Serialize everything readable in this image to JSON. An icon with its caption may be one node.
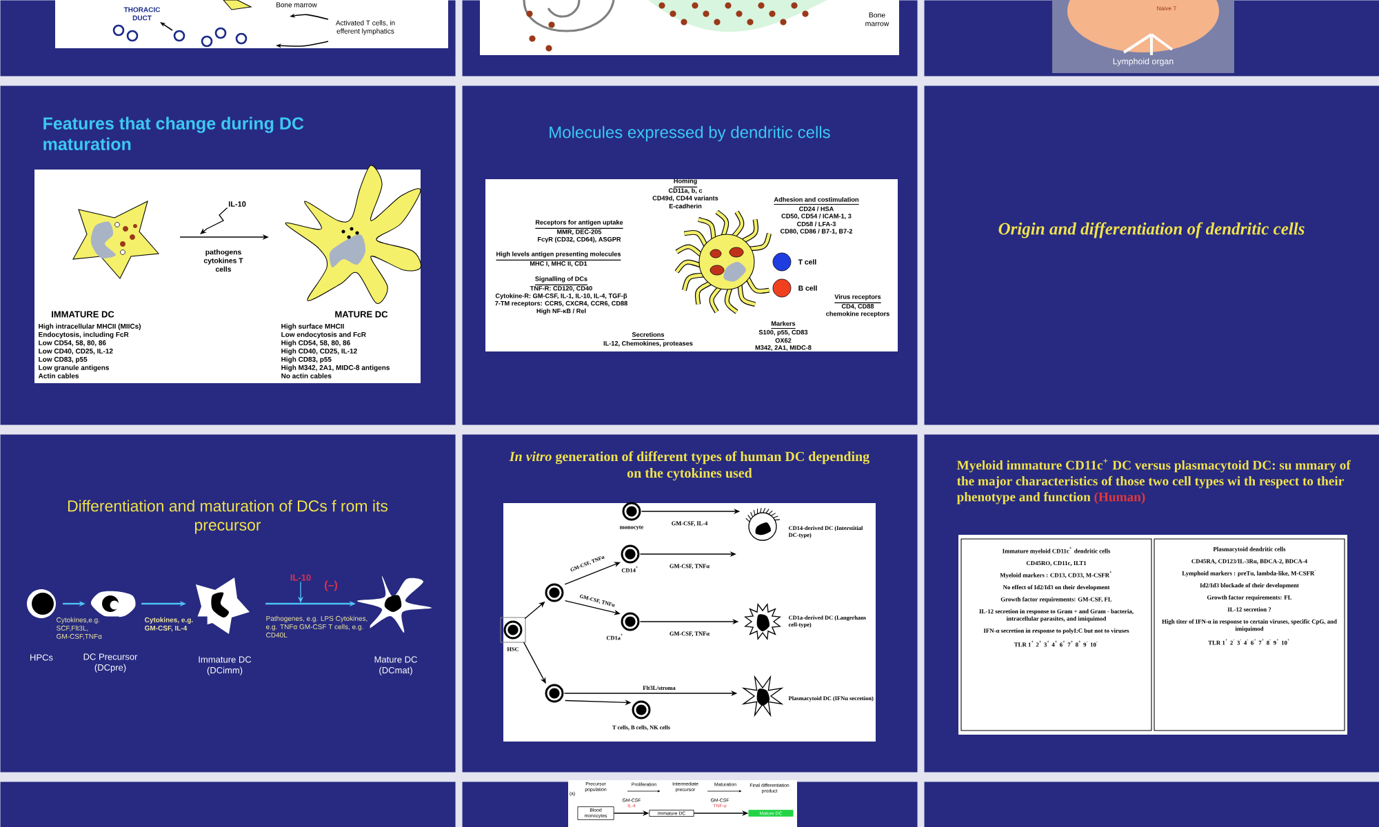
{
  "diagram": {
    "nodes": [
      {
        "text": [],
        "shape": "box"
      },
      {
        "text": [],
        "shape": "box"
      },
      {
        "text": [],
        "shape": "box"
      },
      {
        "text": [
          "Features that change during DC maturation"
        ]
      },
      {
        "text": [
          "Molecules expressed by dendritic cells"
        ]
      },
      {
        "text": [
          "Origin and differentiation of dendritic cells"
        ]
      },
      {
        "text": [
          "Differentiation and maturation of DCs f rom its precursor"
        ]
      },
      {
        "text": [
          "*In vitro* generation of different types of human DC depending on the cytokines used"
        ]
      },
      {
        "text": [
          "Myeloid immature CD11c$^{+}$ DC versus plasmacytoid DC: su mmary of the major characteristics of those two cell types wi th respect to their phenotype and function",
          "(Human)"
        ]
      },
      {
        "text": [],
        "shape": "box"
      },
      {
        "text": [],
        "shape": "box"
      },
      {
        "text": [],
        "shape": "box"
      },
      {
        "text": [
          "IMMATURE DC"
        ],
        "beside": [
          "High intracellular MHCII (MIICs)",
          "Endocytosis, including FcR",
          "Low CD54, 58, 80, 86",
          "Low CD40, CD25, IL-12",
          "Low CD83, p55",
          "Low granule antigens",
          "Actin cables"
        ],
        "in": 3
      },
      {
        "text": [
          "MATURE DC"
        ],
        "beside": [
          "High surface MHCII",
          "Low endocytosis and FcR",
          "High CD54, 58, 80, 86",
          "High CD40, CD25, IL-12",
          "High CD83, p55",
          "High M342, 2A1, MIDC-8 antigens",
          "No actin cables"
        ],
        "in": 3
      },
      {
        "text": [
          "IL-10"
        ],
        "in": 3
      },
      {
        "text": [
          "HPCs"
        ],
        "in": 6
      },
      {
        "text": [
          "DC Precursor (DCpre)"
        ],
        "in": 6
      },
      {
        "text": [
          "Immature DC (DCimm)"
        ],
        "in": 6
      },
      {
        "text": [
          "Mature DC (DCmat)"
        ],
        "in": 6
      },
      {
        "text": [
          "IL-10"
        ],
        "in": 6
      },
      {
        "text": [
          "HSC"
        ],
        "in": 7
      },
      {
        "text": [],
        "shape": "circle",
        "in": 7
      },
      {
        "text": [
          "monocyte"
        ],
        "in": 7
      },
      {
        "text": [
          "CD14$^{+}$"
        ],
        "in": 7
      },
      {
        "text": [
          "CD1a$^{+}$"
        ],
        "in": 7
      },
      {
        "text": [],
        "shape": "circle",
        "in": 7
      },
      {
        "text": [
          "T cells, B cells, NK cells"
        ],
        "in": 7
      },
      {
        "text": [
          "CD14-derived DC (Interstitial DC-type)"
        ],
        "in": 7
      },
      {
        "text": [
          "CD1a-derived DC (Langerhans cell-type)"
        ],
        "in": 7
      },
      {
        "text": [
          "Plasmacytoid DC (IFNα secretion)"
        ],
        "in": 7
      },
      {
        "text": [
          "Immature myeloid CD11c$^{+}$ dendritic cells",
          "CD45RO, CD11c, ILT1",
          "Myeloid markers : CD13, CD33, M-CSFR$^{+}$",
          "No effect of Id2/Id3 on their development",
          "Growth factor requirements: GM-CSF, FL",
          "IL-12 secretion in response to Gram + and Gram - bacteria, intracellular parasites, and imiquimod",
          "IFN-α secretion in response to polyI:C but not to viruses",
          "TLR 1$^{+}$ 2$^{+}$ 3$^{+}$ 4$^{+}$ 6$^{+}$ 7$^{+}$ 8$^{+}$ 9$^{-}$ 10$^{-}$"
        ],
        "in": 8
      },
      {
        "text": [
          "Plasmacytoid dendritic cells",
          "CD45RA, CD123/IL-3Rα, BDCA-2, BDCA-4",
          "Lymphoid markers : preTα, lambda-like, M-CSFR$^{-}$",
          "Id2/Id3 blockade of their development",
          "Growth factor requirements: FL",
          "IL-12 secretion ?",
          "High titer of IFN-α in response to certain viruses, specific CpG, and imiquimod",
          "TLR 1$^{+}$ 2$^{-}$ 3$^{-}$ 4$^{-}$ 6$^{+}$ 7$^{+}$ 8$^{-}$ 9$^{+}$ 10$^{+}$"
        ],
        "in": 8
      },
      {
        "text": [
          "Blood monocytes"
        ],
        "in": 10
      },
      {
        "text": [
          "Immature DC"
        ],
        "in": 10
      },
      {
        "text": [
          "Mature DC"
        ],
        "in": 10
      }
    ],
    "edges": [
      {
        "from": 12,
        "to": 13,
        "arrow": "to",
        "label": "pathogens cytokines T cells"
      },
      {
        "from": 14,
        "to": null,
        "arrow": "to"
      },
      {
        "from": 15,
        "to": 16,
        "arrow": "to",
        "label": "Cytokines,e.g. SCF,Flt3L, GM-CSF,TNFα",
        "color": "#4fc3f7"
      },
      {
        "from": 16,
        "to": 17,
        "arrow": "to",
        "label": "Cytokines, e.g. GM-CSF, IL-4",
        "color": "#4fc3f7"
      },
      {
        "from": 17,
        "to": 18,
        "arrow": "to",
        "label": "Pathogenes, e.g. LPS Cytokines, e.g. TNFα GM-CSF T cells, e.g. CD40L",
        "color": "#4fc3f7"
      },
      {
        "from": 19,
        "to": null,
        "arrow": "to",
        "color": "#4fc3f7"
      },
      {
        "from": 20,
        "to": 21,
        "arrow": "to"
      },
      {
        "from": 20,
        "to": 25,
        "arrow": "to"
      },
      {
        "from": 21,
        "to": 23,
        "arrow": "to",
        "label": "GM-CSF, TNFα"
      },
      {
        "from": 21,
        "to": 24,
        "arrow": "to",
        "label": "GM-CSF, TNFα"
      },
      {
        "from": 22,
        "to": 27,
        "arrow": "to",
        "label": "GM-CSF, IL-4"
      },
      {
        "from": 23,
        "to": null,
        "arrow": "to",
        "label": "GM-CSF, TNFα"
      },
      {
        "from": 24,
        "to": 28,
        "arrow": "to",
        "label": "GM-CSF, TNFα"
      },
      {
        "from": 25,
        "to": 29,
        "arrow": "to",
        "label": "Flt3L/stroma"
      },
      {
        "from": 25,
        "to": 26,
        "arrow": "to"
      },
      {
        "from": 32,
        "to": 33,
        "arrow": "to",
        "label": "GM-CSF"
      },
      {
        "from": 33,
        "to": 34,
        "arrow": "to",
        "label": "GM-CSF"
      }
    ],
    "labels": [
      "THORACIC DUCT",
      "Bone marrow",
      "Activated T cells, in efferent lymphatics",
      "Bone marrow",
      "Naive T",
      "Lymphoid organ",
      "Homing",
      "CD11a, b, c",
      "CD49d, CD44 variants",
      "E-cadherin",
      "Adhesion and costimulation",
      "CD24 / HSA",
      "CD50, CD54 / ICAM-1, 3",
      "CD58 / LFA-3",
      "CD80, CD86 / B7-1, B7-2",
      "Receptors for antigen uptake",
      "MMR, DEC-205",
      "FcγR (CD32, CD64), ASGPR",
      "High levels antigen presenting molecules",
      "MHC I, MHC II, CD1",
      "Signalling of DCs",
      "TNF-R: CD120, CD40",
      "Cytokine-R: GM-CSF, IL-1, IL-10, IL-4, TGF-β",
      "7-TM receptors: CCR5, CXCR4, CCR6, CD88",
      "High NF-κB / Rel",
      "T cell",
      "B cell",
      "Virus receptors",
      "CD4, CD88",
      "chemokine receptors",
      "Markers",
      "S100, p55, CD83",
      "OX62",
      "M342, 2A1, MIDC-8",
      "Secretions",
      "IL-12, Chemokines, proteases",
      "(–)",
      "(a)",
      "Precursor population",
      "Proliferation",
      "Intermediate precursor",
      "Maturation",
      "Final differentiation product",
      "IL-4",
      "TNF-α"
    ]
  }
}
